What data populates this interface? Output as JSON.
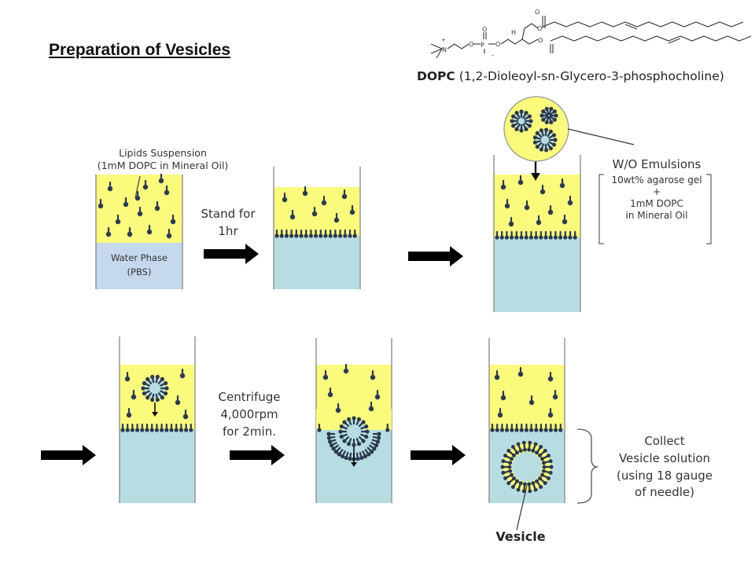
{
  "title": "Preparation of  Vesicles",
  "dopc": {
    "abbrev": "DOPC",
    "full_name": "(1,2-Dioleoyl-sn-Glycero-3-phosphocholine)"
  },
  "labels": {
    "lipids_line1": "Lipids  Suspension",
    "lipids_line2": "(1mM DOPC in Mineral Oil)",
    "water_line1": "Water Phase",
    "water_line2": "(PBS)",
    "stand_line1": "Stand for",
    "stand_line2": "1hr",
    "wo_title": "W/O Emulsions",
    "wo_line1": "10wt% agarose gel",
    "wo_line2": "+",
    "wo_line3": "1mM DOPC",
    "wo_line4": "in Mineral Oil",
    "centrifuge_line1": "Centrifuge",
    "centrifuge_line2": "4,000rpm",
    "centrifuge_line3": "for 2min.",
    "collect_line1": "Collect",
    "collect_line2": "Vesicle solution",
    "collect_line3": "(using 18 gauge",
    "collect_line4": "of needle)",
    "vesicle": "Vesicle"
  },
  "colors": {
    "oil": "#fafa7d",
    "water": "#b7dde3",
    "water_phase_label_bg": "#c5d8ee",
    "lipid": "#2b3a4e",
    "arrow": "#000000"
  }
}
